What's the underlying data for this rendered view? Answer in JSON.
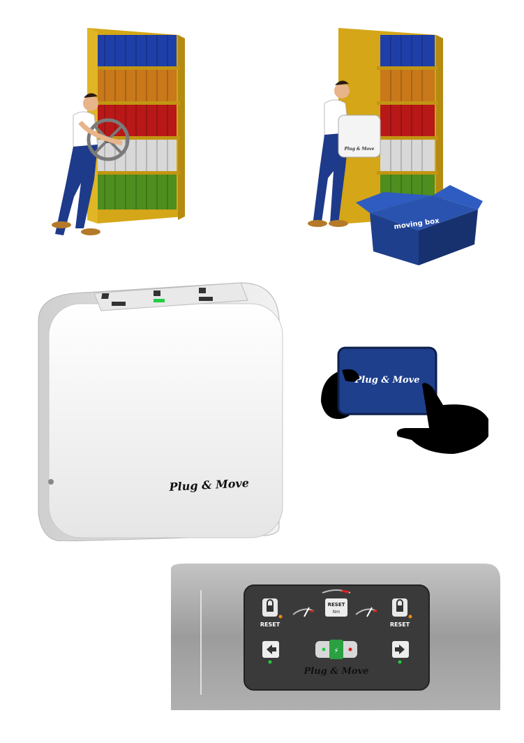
{
  "illustration_1": {
    "description_icon": "person-turning-handwheel-on-shelf-icon"
  },
  "illustration_2": {
    "moving_box_label": "moving box",
    "device_label": "Plug & Move"
  },
  "device": {
    "brand_label": "Plug & Move"
  },
  "tablet": {
    "brand_label": "Plug & Move"
  },
  "control_panel": {
    "left_reset_label": "RESET",
    "center_reset_label": "RESET",
    "center_reset_sub": "Nm",
    "right_reset_label": "RESET",
    "brand_label": "Plug & Move"
  },
  "colors": {
    "shelf": "#d4a618",
    "box_blue": "#1e3f8c",
    "panel_dark": "#3a3a3a",
    "housing_gray": "#9a9a9a",
    "led_green": "#22cc44",
    "led_red": "#dd2222",
    "led_orange": "#f08a10"
  }
}
